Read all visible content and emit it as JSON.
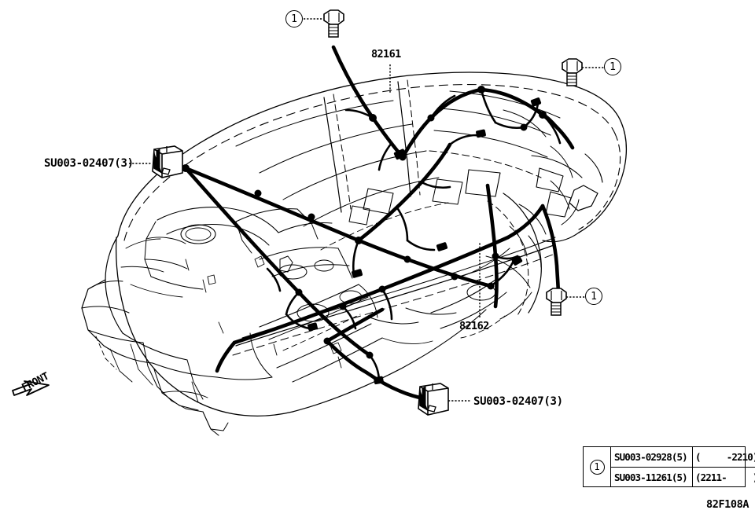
{
  "figure": {
    "id": "82F108A",
    "orientation_label": "FRONT"
  },
  "part_labels": [
    {
      "name": "clip-left",
      "text": "SU003-02407(3)"
    },
    {
      "name": "clip-bottom",
      "text": "SU003-02407(3)"
    },
    {
      "name": "harness-upper",
      "text": "82161"
    },
    {
      "name": "harness-lower",
      "text": "82162"
    }
  ],
  "labels": {
    "su_left": "SU003-02407(3)",
    "su_bottom": "SU003-02407(3)",
    "p82161": "82161",
    "p82162": "82162",
    "front": "FRONT",
    "fig_id": "82F108A"
  },
  "callouts": [
    {
      "name": "bolt-callout-top-left",
      "symbol": "1"
    },
    {
      "name": "bolt-callout-top-right",
      "symbol": "1"
    },
    {
      "name": "bolt-callout-right",
      "symbol": "1"
    }
  ],
  "callout_symbols": {
    "one": "1"
  },
  "legend": {
    "symbol": "1",
    "rows": [
      {
        "part_number": "SU003-02928(5)",
        "range": "(     -2210)"
      },
      {
        "part_number": "SU003-11261(5)",
        "range": "(2211-     )"
      }
    ]
  },
  "colors": {
    "line": "#000000",
    "background": "#ffffff"
  }
}
